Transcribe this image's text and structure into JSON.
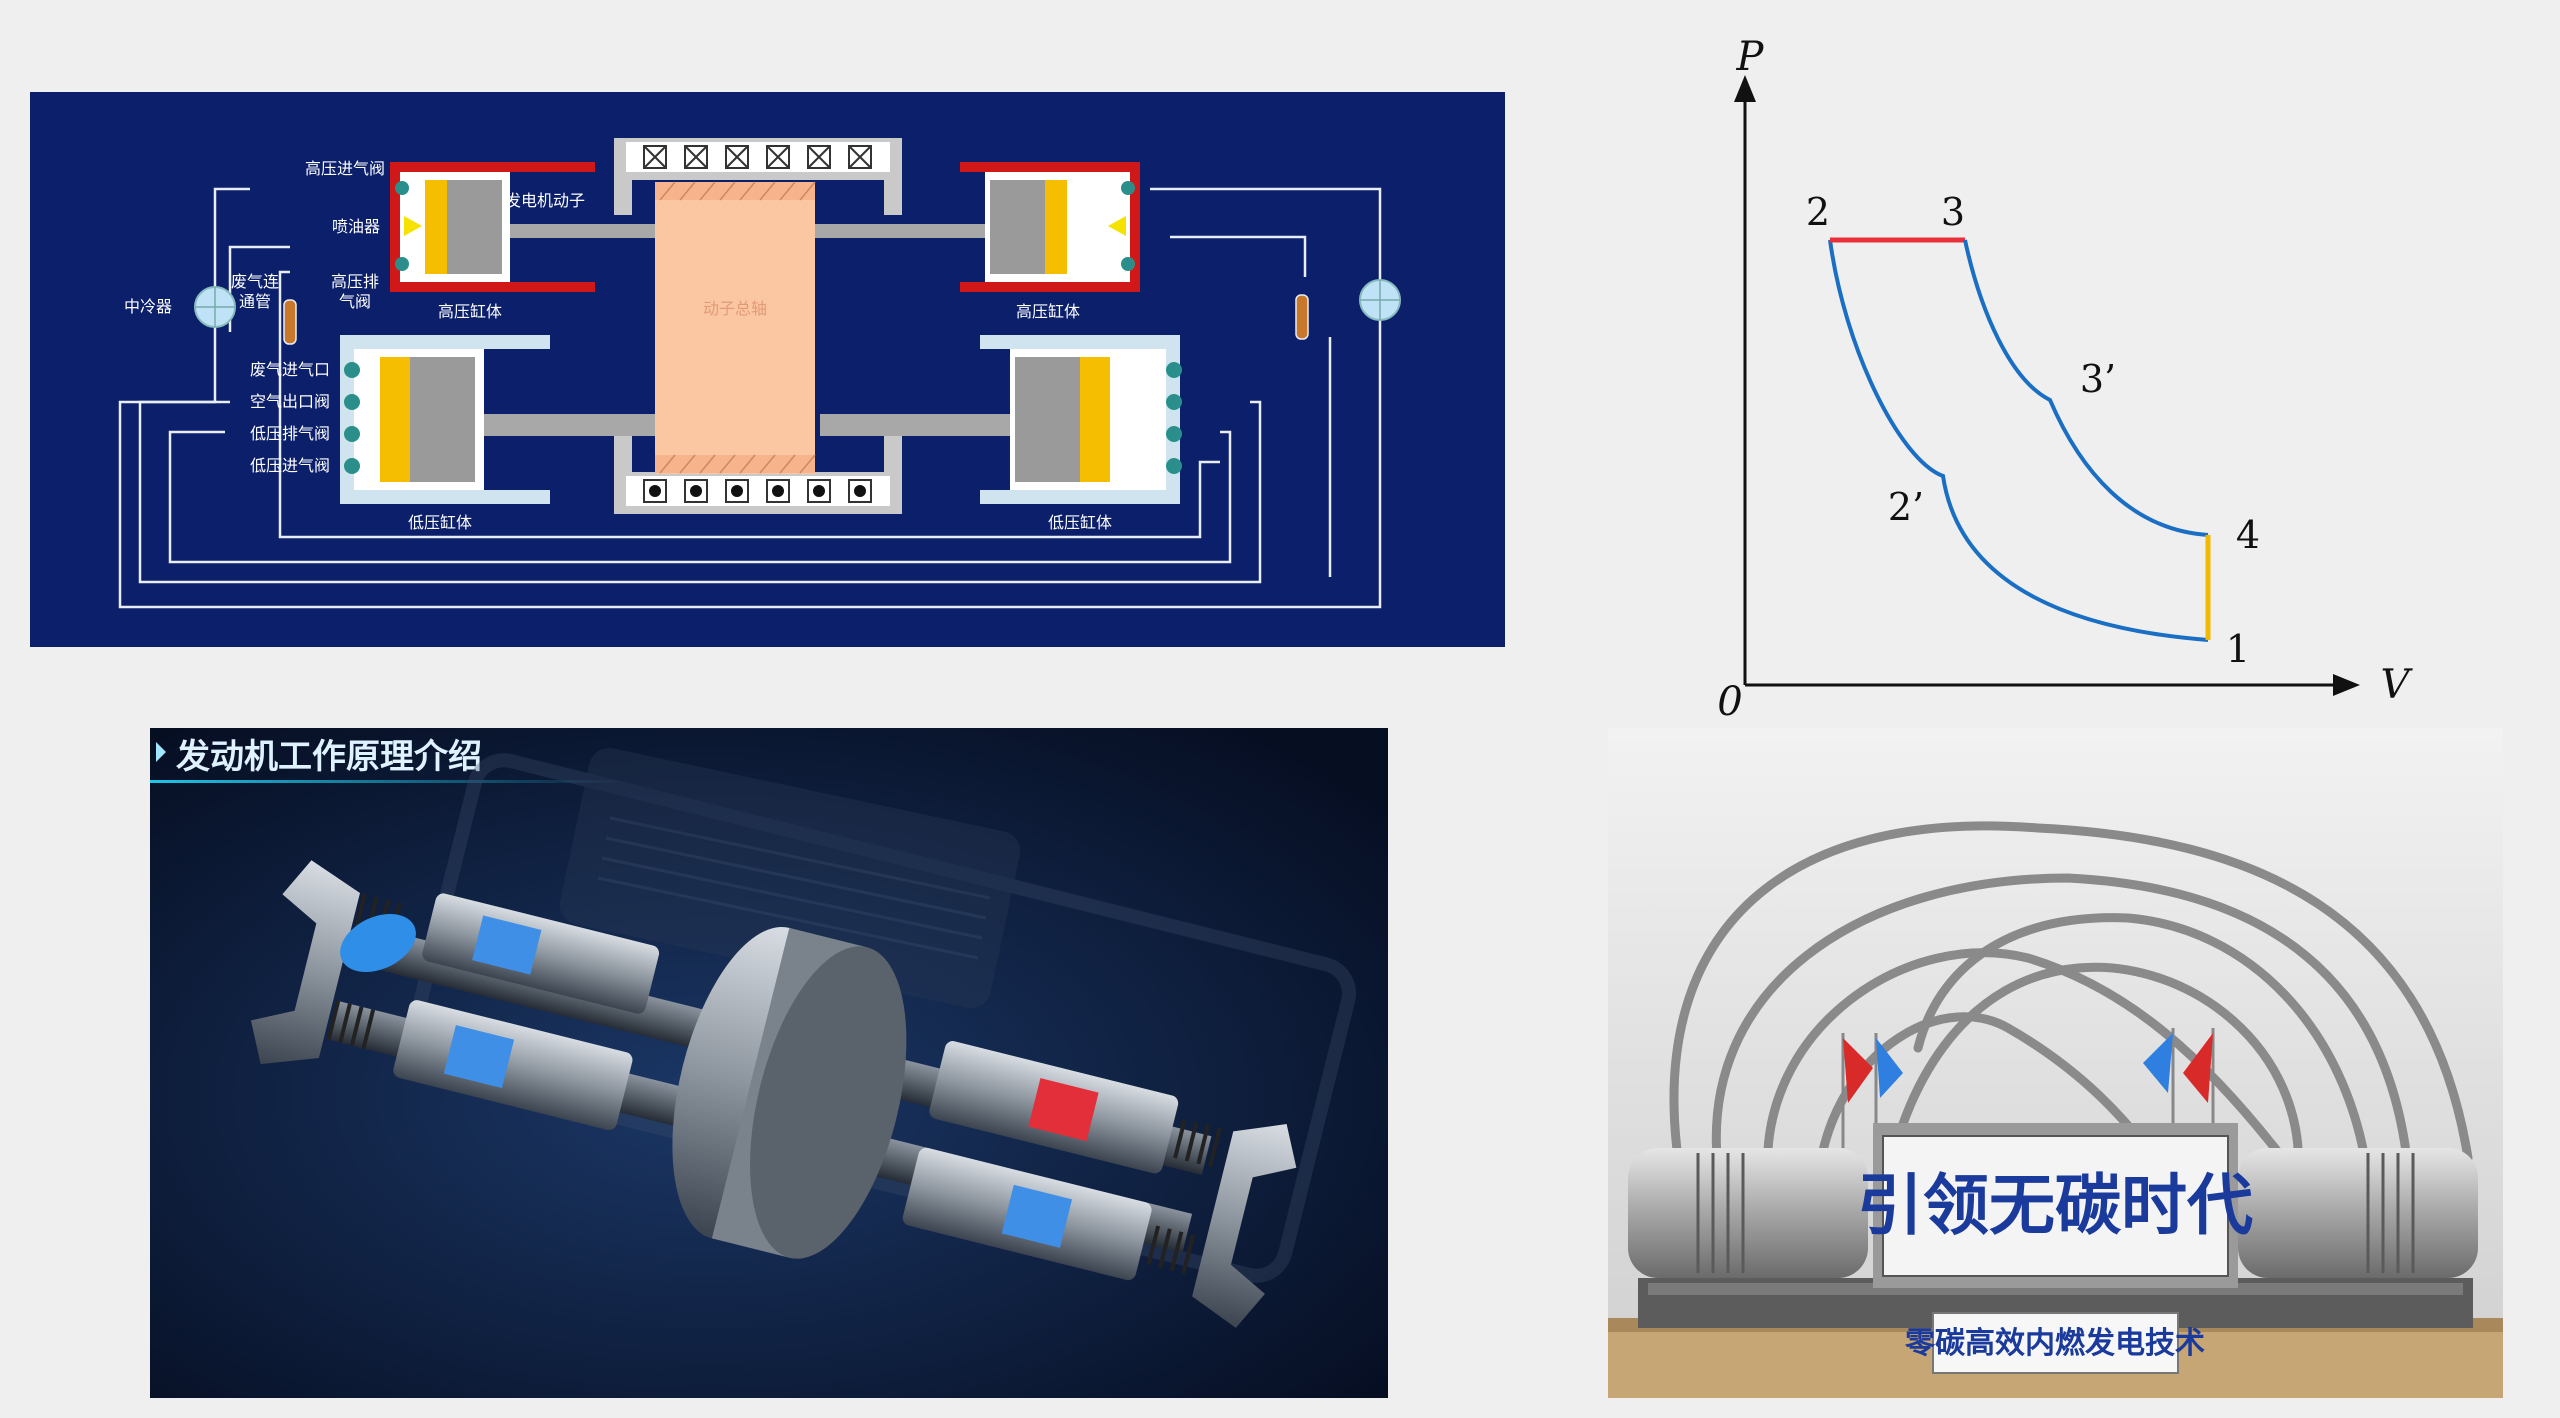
{
  "schematic": {
    "labels": {
      "hp_intake_valve": "高压进气阀",
      "generator_rotor": "发电机动子",
      "injector": "喷油器",
      "exhaust_pipe": "废气连\n通管",
      "hp_exhaust_valve": "高压排\n气阀",
      "hp_cylinder_left": "高压缸体",
      "hp_cylinder_right": "高压缸体",
      "intercooler": "中冷器",
      "mover_connecting": "动子总轴",
      "exhaust_intake_port": "废气进气口",
      "air_outlet_valve": "空气出口阀",
      "lp_exhaust_valve": "低压排气阀",
      "lp_intake_valve": "低压进气阀",
      "lp_cylinder_left": "低压缸体",
      "lp_cylinder_right": "低压缸体"
    },
    "colors": {
      "background": "#0b1f6b",
      "hp_wall": "#d11818",
      "lp_wall": "#cfe4ef",
      "piston_face": "#f6be00",
      "rotor": "#fbc7a3"
    }
  },
  "pv_chart": {
    "axis_y": "P",
    "axis_x": "V",
    "origin": "0",
    "points": {
      "p1": "1",
      "p2": "2",
      "p2p": "2’",
      "p3": "3",
      "p3p": "3’",
      "p4": "4"
    },
    "colors": {
      "process": "#1a6fc4",
      "constant_pressure": "#e8303a",
      "constant_volume": "#f3b800"
    }
  },
  "render": {
    "title": "发动机工作原理介绍"
  },
  "photo": {
    "sign_main": "引领无碳时代",
    "sign_sub": "零碳高效内燃发电技术"
  }
}
